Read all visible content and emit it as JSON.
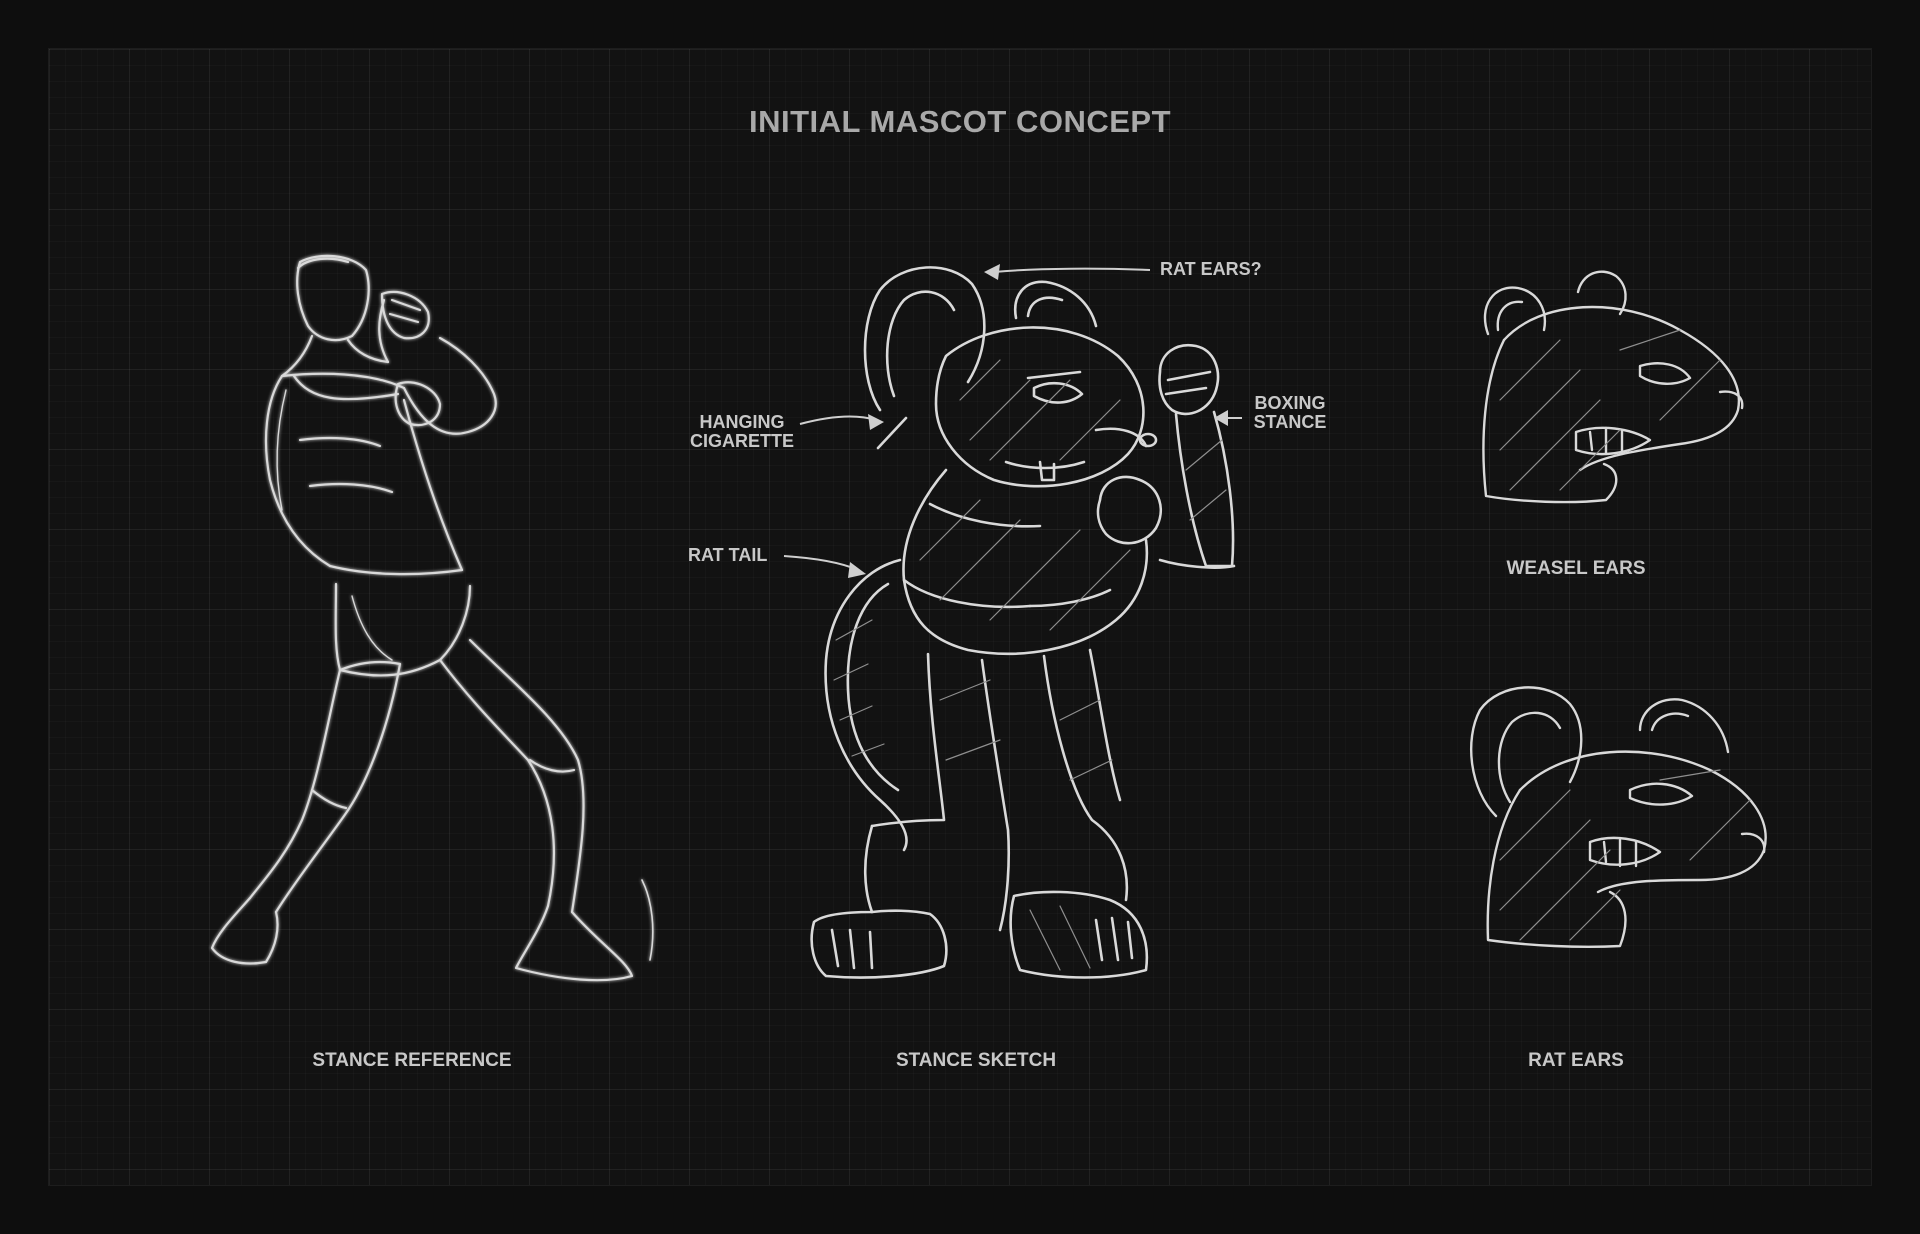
{
  "title": "INITIAL MASCOT CONCEPT",
  "captions": {
    "stance_reference": "STANCE REFERENCE",
    "stance_sketch": "STANCE SKETCH",
    "weasel_ears": "WEASEL EARS",
    "rat_ears": "RAT EARS"
  },
  "annotations": {
    "rat_ears_question": "RAT EARS?",
    "hanging_cigarette_line1": "HANGING",
    "hanging_cigarette_line2": "CIGARETTE",
    "boxing_stance_line1": "BOXING",
    "boxing_stance_line2": "STANCE",
    "rat_tail": "RAT TAIL"
  },
  "colors": {
    "background": "#0e0e0e",
    "board": "#121212",
    "ink": "#d9d9d9",
    "title": "#a9a9a9"
  }
}
